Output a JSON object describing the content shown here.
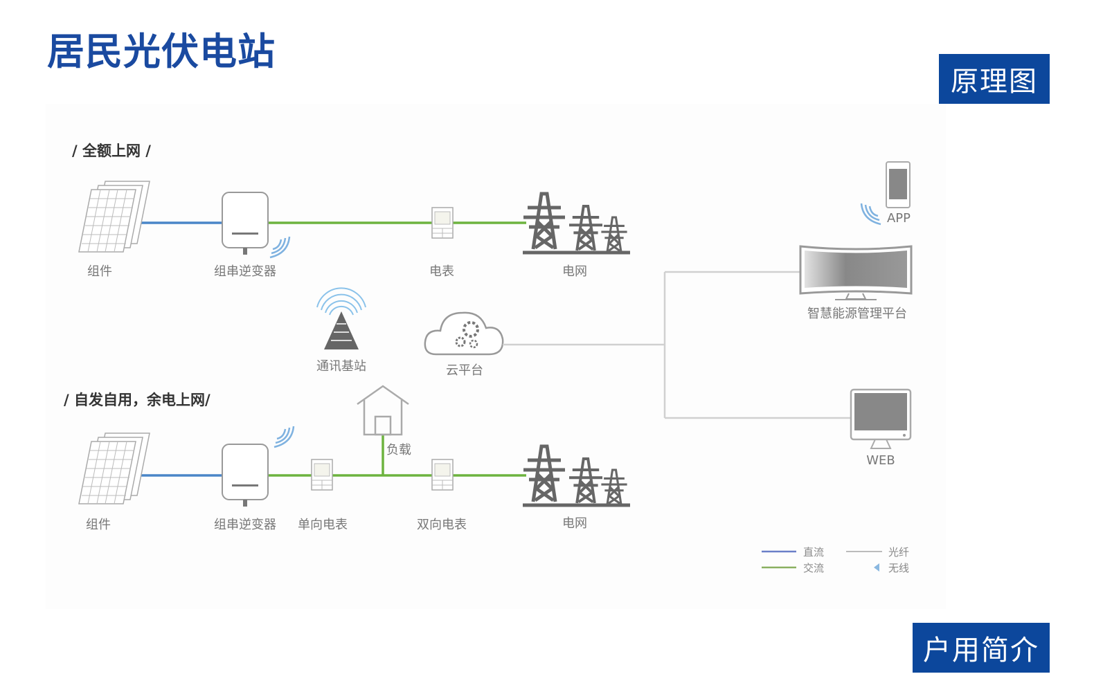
{
  "header": {
    "title": "居民光伏电站"
  },
  "badges": {
    "top": "原理图",
    "bottom": "户用简介"
  },
  "sections": {
    "full_grid": "/ 全额上网 /",
    "self_use": "/ 自发自用，余电上网/"
  },
  "nodes": {
    "top_modules": "组件",
    "top_inverter": "组串逆变器",
    "top_meter": "电表",
    "top_grid": "电网",
    "base_station": "通讯基站",
    "cloud": "云平台",
    "bottom_modules": "组件",
    "bottom_inverter": "组串逆变器",
    "one_way_meter": "单向电表",
    "load": "负载",
    "two_way_meter": "双向电表",
    "bottom_grid": "电网",
    "app": "APP",
    "smart_platform": "智慧能源管理平台",
    "web": "WEB"
  },
  "legend": {
    "dc": {
      "label": "直流",
      "color": "#4a86c8"
    },
    "ac": {
      "label": "交流",
      "color": "#6db33f"
    },
    "fiber": {
      "label": "光纤",
      "color": "#c8c8c8"
    },
    "wireless": {
      "label": "无线",
      "color": "#8ab8e0"
    }
  }
}
